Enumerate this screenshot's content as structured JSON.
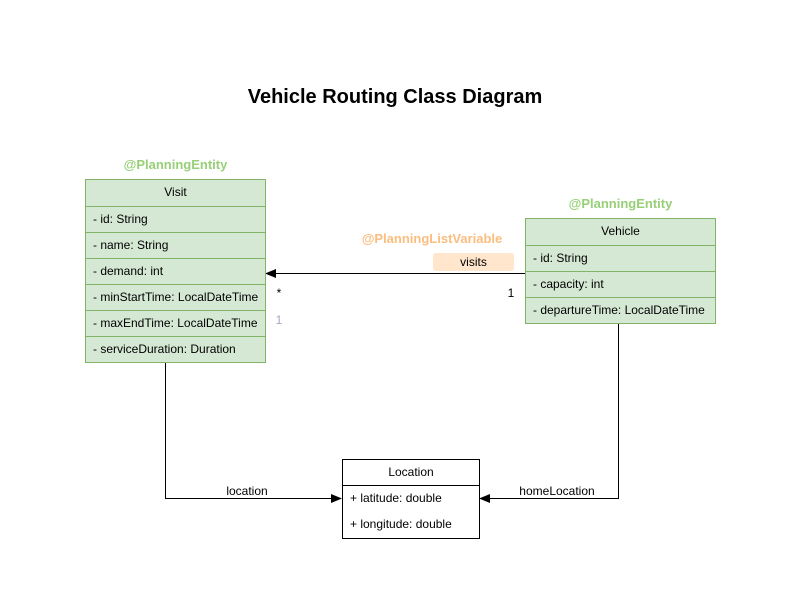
{
  "title": "Vehicle Routing Class Diagram",
  "colors": {
    "entity_fill": "#d5e8d4",
    "entity_border": "#82b366",
    "annotation_green": "#97d077",
    "annotation_orange": "#fbbd7e",
    "visits_label_bg": "#ffe6cc",
    "secondary_multiplicity": "#b3a2c4",
    "line": "#000000"
  },
  "classes": {
    "visit": {
      "annotation": "@PlanningEntity",
      "name": "Visit",
      "attributes": [
        "- id: String",
        "- name: String",
        "- demand: int",
        "- minStartTime: LocalDateTime",
        "- maxEndTime: LocalDateTime",
        "- serviceDuration: Duration"
      ]
    },
    "vehicle": {
      "annotation": "@PlanningEntity",
      "name": "Vehicle",
      "attributes": [
        "- id: String",
        "- capacity: int",
        "- departureTime: LocalDateTime"
      ]
    },
    "location": {
      "name": "Location",
      "attributes": [
        "+ latitude: double",
        "+ longitude: double"
      ]
    }
  },
  "relationships": {
    "visits": {
      "annotation": "@PlanningListVariable",
      "label": "visits",
      "vehicle_side_multiplicity": "1",
      "visit_side_multiplicity": "*",
      "visit_side_secondary_multiplicity": "1"
    },
    "location": {
      "label": "location"
    },
    "home_location": {
      "label": "homeLocation"
    }
  }
}
